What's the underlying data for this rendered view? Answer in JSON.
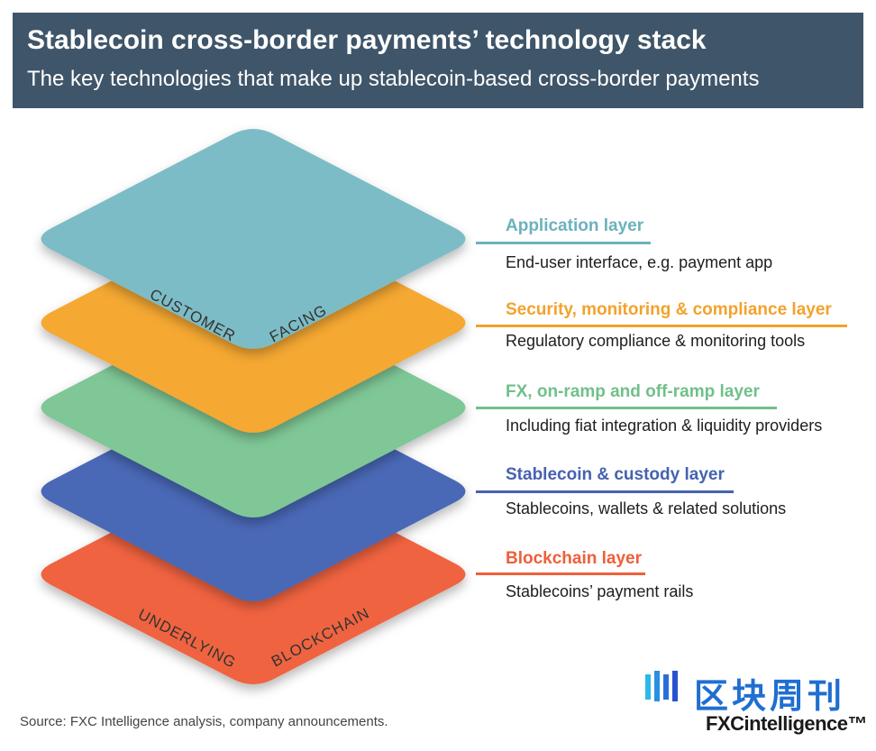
{
  "header": {
    "title": "Stablecoin cross-border payments’ technology stack",
    "subtitle": "The key technologies that make up stablecoin-based cross-border payments",
    "background": "#3f5569"
  },
  "stack_words": {
    "top_left": "CUSTOMER",
    "top_right": "FACING",
    "bottom_left": "UNDERLYING",
    "bottom_right": "BLOCKCHAIN"
  },
  "layers": [
    {
      "title": "Application layer",
      "description": "End-user interface, e.g. payment app",
      "color": "#7bbcc6",
      "label_color": "#6bb2be"
    },
    {
      "title": "Security, monitoring & compliance layer",
      "description": "Regulatory compliance & monitoring tools",
      "color": "#f5a833",
      "label_color": "#f3a22c"
    },
    {
      "title": "FX, on-ramp and off-ramp layer",
      "description": "Including fiat integration & liquidity providers",
      "color": "#7fc796",
      "label_color": "#6fc08a"
    },
    {
      "title": "Stablecoin & custody layer",
      "description": "Stablecoins, wallets & related solutions",
      "color": "#4a68b6",
      "label_color": "#4562b1"
    },
    {
      "title": "Blockchain layer",
      "description": "Stablecoins’ payment rails",
      "color": "#f0633f",
      "label_color": "#ee5f3a"
    }
  ],
  "footer": {
    "source": "Source: FXC Intelligence analysis, company announcements.",
    "watermark_cn": "区块周刊",
    "brand": "FXCintelligence™"
  }
}
